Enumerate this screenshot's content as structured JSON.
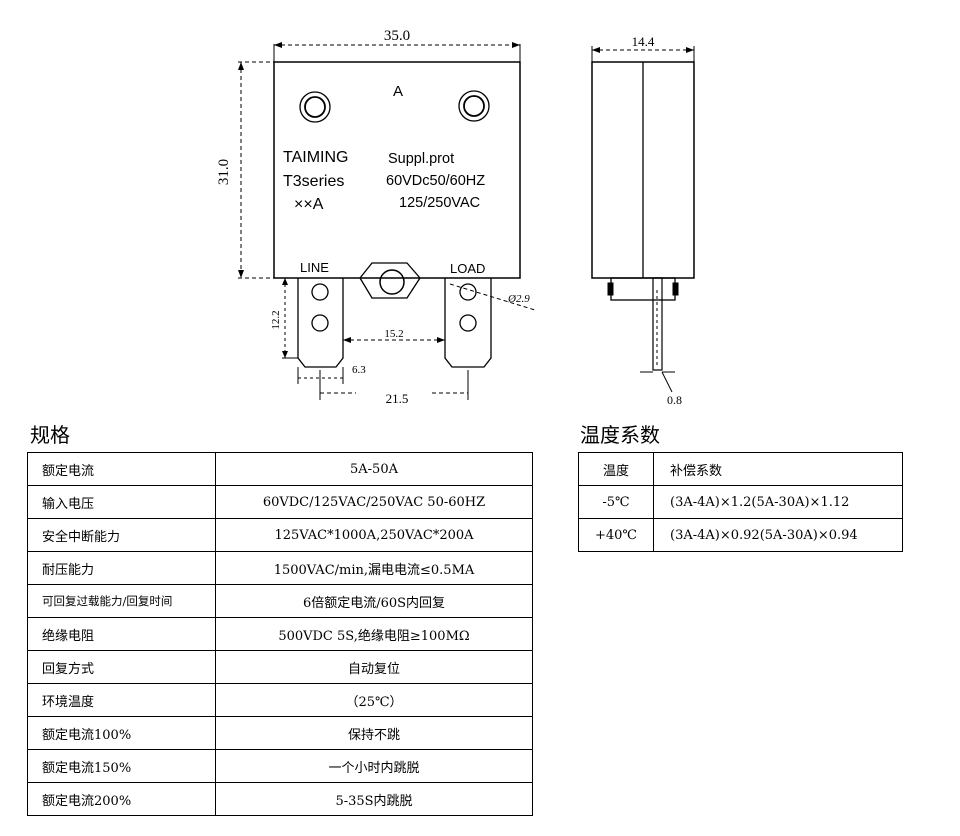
{
  "drawing": {
    "dim_width": "35.0",
    "dim_height": "31.0",
    "dim_side_width": "14.4",
    "dim_terminal": "12.2",
    "dim_spacing": "15.2",
    "dim_tab": "6.3",
    "dim_pitch": "21.5",
    "dim_hole": "Ø2.9",
    "dim_thickness": "0.8",
    "label_a": "A",
    "brand": "TAIMING",
    "series": "T3series",
    "rating": "××A",
    "prot": "Suppl.prot",
    "dc_rating": "60VDc50/60HZ",
    "ac_rating": "125/250VAC",
    "line_label": "LINE",
    "load_label": "LOAD"
  },
  "spec": {
    "heading": "规格",
    "rows": [
      {
        "label": "额定电流",
        "value": "5A-50A"
      },
      {
        "label": "输入电压",
        "value": "60VDC/125VAC/250VAC 50-60HZ"
      },
      {
        "label": "安全中断能力",
        "value": "125VAC*1000A,250VAC*200A"
      },
      {
        "label": "耐压能力",
        "value": "1500VAC/min,漏电电流≤0.5MA"
      },
      {
        "label": "可回复过载能力/回复时间",
        "value": "6倍额定电流/60S内回复"
      },
      {
        "label": "绝缘电阻",
        "value": "500VDC 5S,绝缘电阻≥100MΩ"
      },
      {
        "label": "回复方式",
        "value": "自动复位"
      },
      {
        "label": "环境温度",
        "value": "（25℃）"
      },
      {
        "label": "额定电流100%",
        "value": "保持不跳"
      },
      {
        "label": "额定电流150%",
        "value": "一个小时内跳脱"
      },
      {
        "label": "额定电流200%",
        "value": "5-35S内跳脱"
      }
    ]
  },
  "temp": {
    "heading": "温度系数",
    "header": {
      "col1": "温度",
      "col2": "补偿系数"
    },
    "rows": [
      {
        "temp": "-5℃",
        "coef": "(3A-4A)×1.2(5A-30A)×1.12"
      },
      {
        "temp": "+40℃",
        "coef": "(3A-4A)×0.92(5A-30A)×0.94"
      }
    ]
  }
}
